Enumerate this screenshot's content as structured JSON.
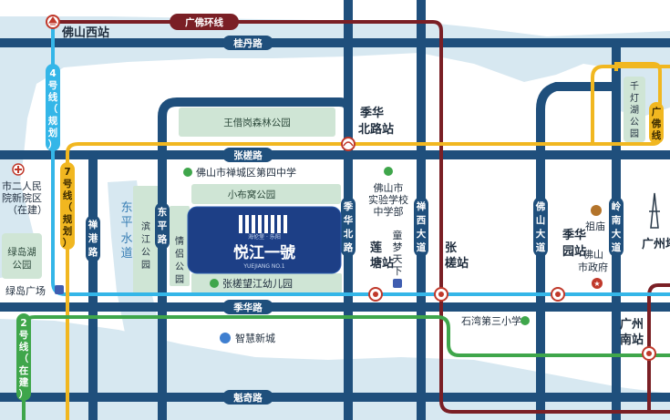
{
  "stations": {
    "foshan_west": "佛山西站",
    "jihua_north": [
      "季华",
      "北路站"
    ],
    "liantang": [
      "莲",
      "塘站"
    ],
    "zhangcha": [
      "张",
      "槎站"
    ],
    "jihuayuan": [
      "季华",
      "园站"
    ],
    "guangzhou_south": [
      "广州",
      "南站"
    ]
  },
  "roads": {
    "guangfo_ring": "广佛环线",
    "guidan": "桂丹路",
    "zhangcha_rd": "张槎路",
    "jihua_rd": "季华路",
    "kuiqi_rd": "魁奇路",
    "chan_gang": [
      "禅",
      "港",
      "路"
    ],
    "dong_ping": [
      "东",
      "平",
      "路"
    ],
    "jihua_north_rd": [
      "季",
      "华",
      "北",
      "路"
    ],
    "chanxi_ave": [
      "禅",
      "西",
      "大",
      "道"
    ],
    "foshan_ave": [
      "佛",
      "山",
      "大",
      "道"
    ],
    "lingnan_ave": [
      "岭",
      "南",
      "大",
      "道"
    ]
  },
  "lines": {
    "line4": [
      "4",
      "号",
      "线",
      "（",
      "规",
      "划",
      "）"
    ],
    "line7": [
      "7",
      "号",
      "线",
      "（",
      "规",
      "划",
      "）"
    ],
    "line2": [
      "2",
      "号",
      "线",
      "（",
      "在",
      "建",
      "）"
    ],
    "guangfo_line": [
      "广",
      "佛",
      "线"
    ]
  },
  "water": {
    "dongping_river": [
      "东",
      "平",
      "水",
      "道"
    ]
  },
  "places": {
    "wangjie_park": "王借岗森林公园",
    "chancheng_no4": "佛山市禅城区第四中学",
    "xiaobuwo_park": "小布窝公园",
    "binjiang_park": [
      "滨",
      "江",
      "公",
      "园"
    ],
    "qinglv_park": [
      "情",
      "侣",
      "公",
      "园"
    ],
    "kindergarten": "张槎望江幼儿园",
    "hospital": [
      "市二人民",
      "院新院区",
      "（在建）"
    ],
    "lvdaohu_park": [
      "绿岛湖",
      "公园"
    ],
    "lvdao_plaza": "绿岛广场",
    "experimental_school": [
      "佛山市",
      "实验学校",
      "中学部"
    ],
    "tongmeng": [
      "童",
      "梦",
      "天",
      "下"
    ],
    "shiwan_no3": "石湾第三小学",
    "smart_city": "智慧新城",
    "qiandeng_park": [
      "千",
      "灯",
      "湖",
      "公",
      "园"
    ],
    "zumiao": "祖庙",
    "city_gov": [
      "佛山",
      "市政府"
    ],
    "canton_tower": "广州塔"
  },
  "project": {
    "name": "悦江一號",
    "subtitle": "海伦堡  · 乐阳",
    "tagline": "YUEJIANG NO.1"
  },
  "colors": {
    "road": "#1f4f7c",
    "ring": "#7a1f25",
    "line4": "#34b6e8",
    "line7": "#f1b720",
    "line2": "#3fa64b",
    "water": "#cfe3ee",
    "park": "#cde3d4",
    "project": "#1d3f86"
  }
}
